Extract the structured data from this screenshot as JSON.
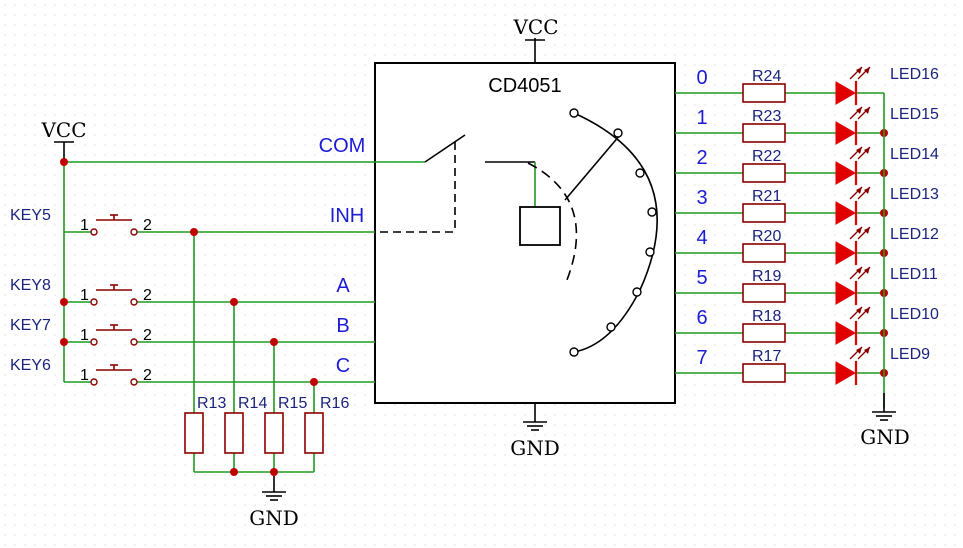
{
  "ic": {
    "name": "CD4051",
    "vcc_label": "VCC",
    "gnd_label": "GND"
  },
  "pins_left": [
    "COM",
    "INH",
    "A",
    "B",
    "C"
  ],
  "channels": [
    "0",
    "1",
    "2",
    "3",
    "4",
    "5",
    "6",
    "7"
  ],
  "resistors_out": [
    "R24",
    "R23",
    "R22",
    "R21",
    "R20",
    "R19",
    "R18",
    "R17"
  ],
  "leds": [
    "LED16",
    "LED15",
    "LED14",
    "LED13",
    "LED12",
    "LED11",
    "LED10",
    "LED9"
  ],
  "keys": [
    "KEY5",
    "KEY8",
    "KEY7",
    "KEY6"
  ],
  "key_pin_1": "1",
  "key_pin_2": "2",
  "pulldowns": [
    "R13",
    "R14",
    "R15",
    "R16"
  ],
  "left_vcc_label": "VCC",
  "pulldown_gnd_label": "GND",
  "led_gnd_label": "GND",
  "colors": {
    "wire": "#1f9a1f",
    "symbol": "#8b0000",
    "led": "#e00000",
    "pin_text": "#1b1bd6",
    "ref_text": "#1a237e",
    "junction": "#c00000"
  }
}
